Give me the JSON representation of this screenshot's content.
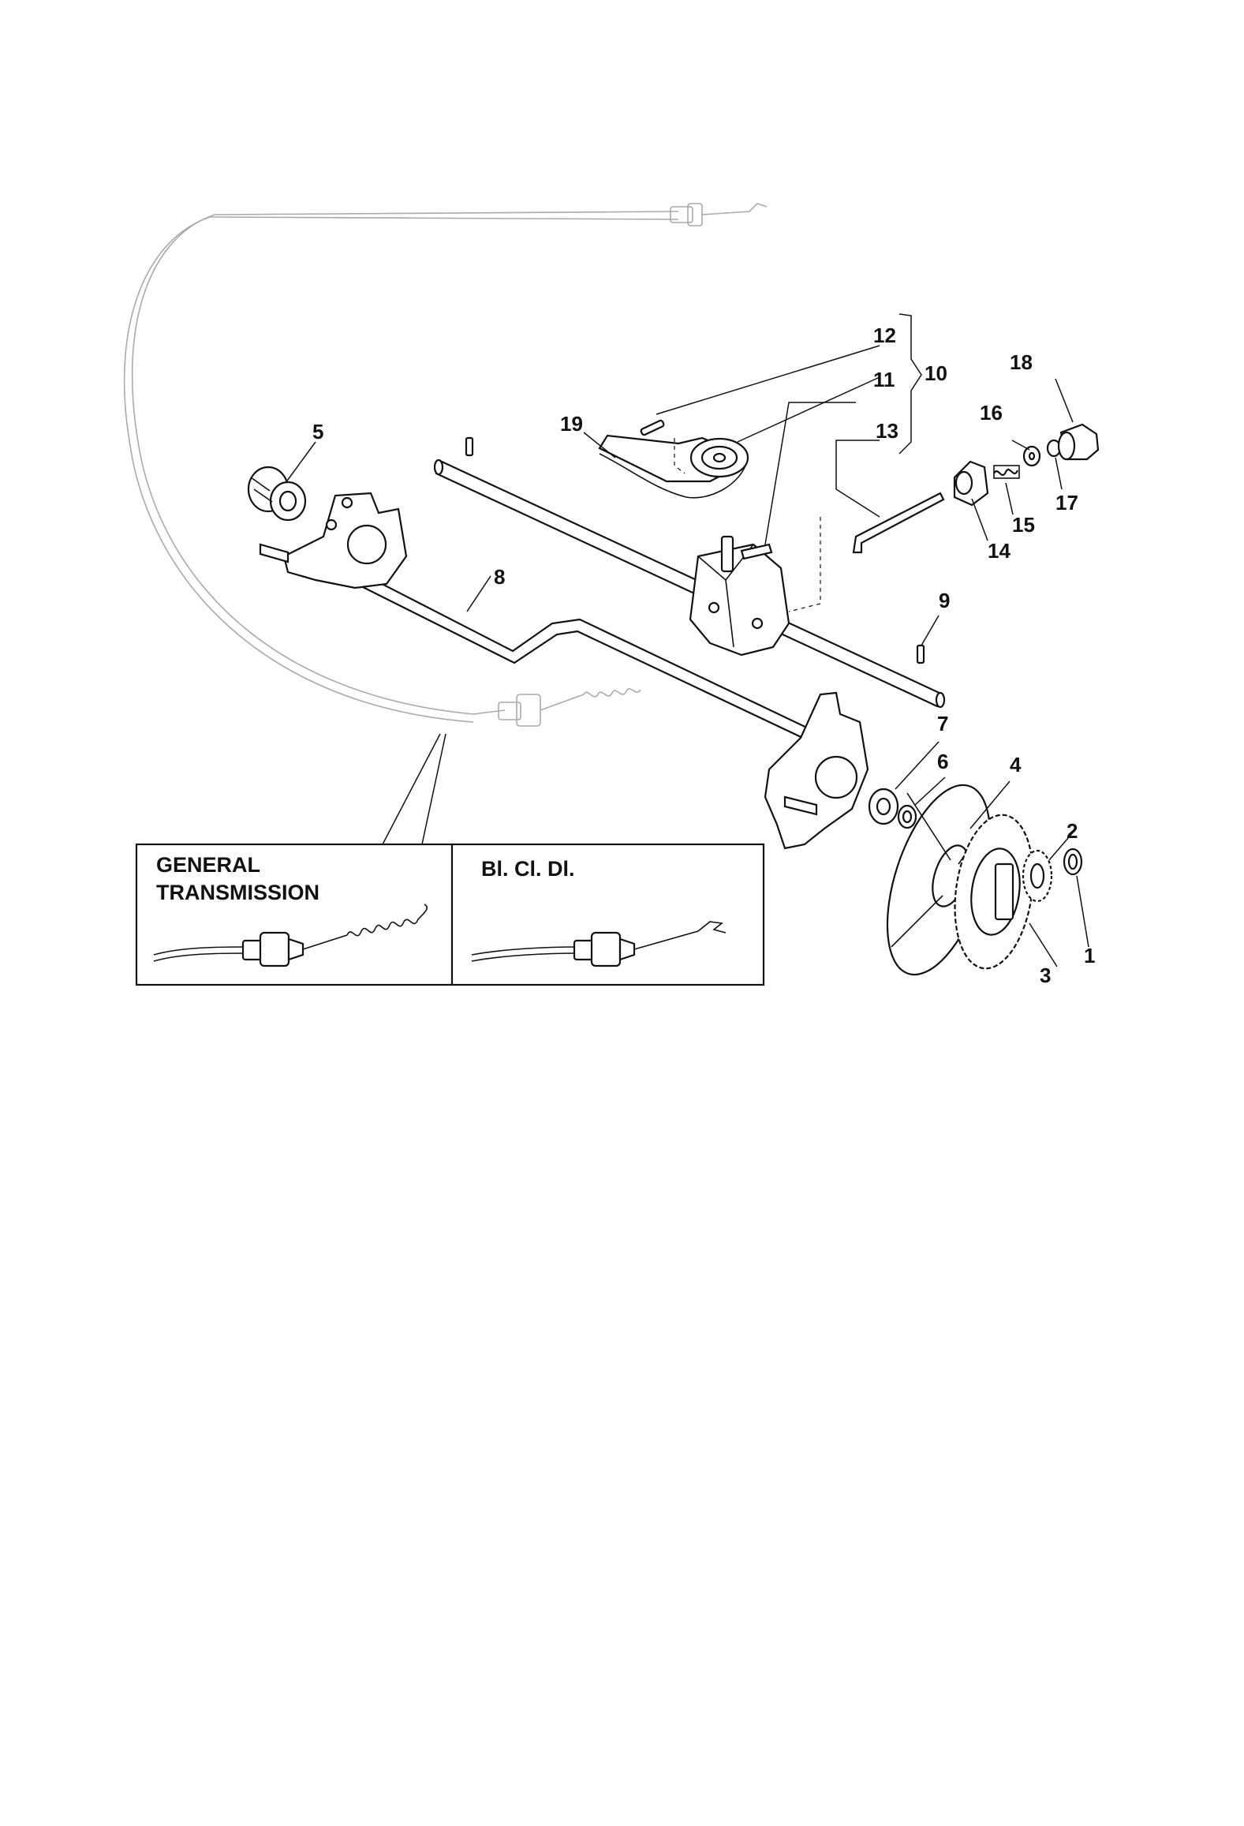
{
  "callouts": [
    {
      "id": "1",
      "label": "1"
    },
    {
      "id": "2",
      "label": "2"
    },
    {
      "id": "3",
      "label": "3"
    },
    {
      "id": "4",
      "label": "4"
    },
    {
      "id": "5",
      "label": "5"
    },
    {
      "id": "6",
      "label": "6"
    },
    {
      "id": "7",
      "label": "7"
    },
    {
      "id": "8",
      "label": "8"
    },
    {
      "id": "9",
      "label": "9"
    },
    {
      "id": "10",
      "label": "10"
    },
    {
      "id": "11",
      "label": "11"
    },
    {
      "id": "12",
      "label": "12"
    },
    {
      "id": "13",
      "label": "13"
    },
    {
      "id": "14",
      "label": "14"
    },
    {
      "id": "15",
      "label": "15"
    },
    {
      "id": "16",
      "label": "16"
    },
    {
      "id": "17",
      "label": "17"
    },
    {
      "id": "18",
      "label": "18"
    },
    {
      "id": "19",
      "label": "19"
    }
  ],
  "inset": {
    "left_title_line1": "GENERAL",
    "left_title_line2": "TRANSMISSION",
    "right_title": "Bl. Cl. Dl."
  }
}
